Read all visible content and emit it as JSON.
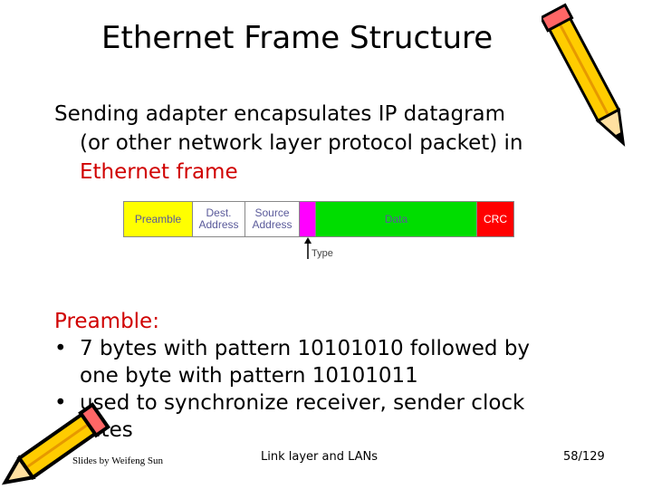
{
  "slide": {
    "title": "Ethernet Frame Structure",
    "intro": {
      "line1": "Sending adapter encapsulates IP datagram",
      "line2": "(or other network layer protocol packet) in",
      "line3": "Ethernet frame"
    },
    "frame_fields": {
      "preamble": "Preamble",
      "dest_address": "Dest. Address",
      "source_address": "Source Address",
      "data": "Data",
      "crc": "CRC"
    },
    "type_label": "Type",
    "preamble_section": {
      "heading": "Preamble:",
      "bullet1_line1": "7 bytes with pattern 10101010 followed by",
      "bullet1_line2": "one byte with pattern 10101011",
      "bullet2_line1": "used to synchronize receiver, sender clock",
      "bullet2_line2": "rates",
      "bullet_glyph": "•"
    },
    "footer": {
      "author": "Slides by Weifeng Sun",
      "topic": "Link layer and LANs",
      "page": "58/129"
    }
  },
  "colors": {
    "accent_red": "#d00000",
    "preamble_field": "#ffff00",
    "type_field": "#ff00ff",
    "data_field": "#00dd00",
    "crc_field": "#ff0000"
  },
  "icons": [
    "pencil-icon",
    "large-pencil-icon",
    "up-arrow-icon"
  ]
}
